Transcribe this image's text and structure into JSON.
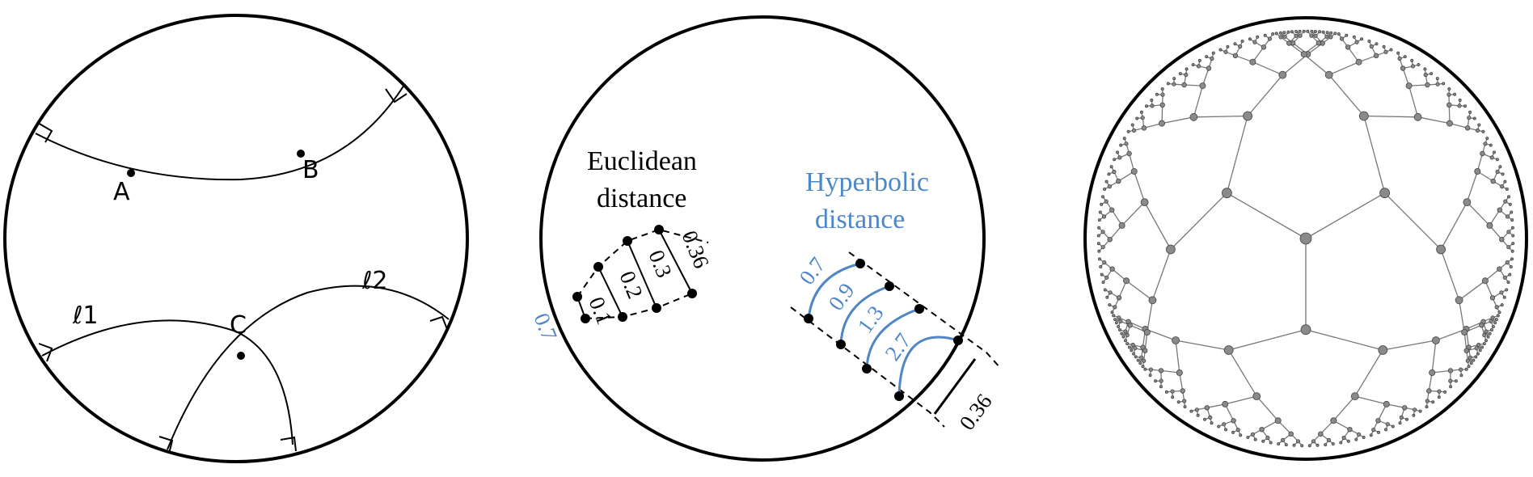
{
  "panel_left": {
    "point_a": "A",
    "point_b": "B",
    "point_c": "C",
    "line_1": "ℓ1",
    "line_2": "ℓ2"
  },
  "panel_middle": {
    "euclidean_line1": "Euclidean",
    "euclidean_line2": "distance",
    "hyperbolic_line1": "Hyperbolic",
    "hyperbolic_line2": "distance",
    "euclid_values": [
      "0.1",
      "0.2",
      "0.3",
      "0.36"
    ],
    "hyper_values": [
      "0.7",
      "0.9",
      "1.3",
      "2.7"
    ],
    "outside_blue_value": "0.7",
    "bottom_value": "0.36",
    "blue_color": "#4f86c6"
  },
  "panel_right": {
    "node_color": "#8a8a8a"
  }
}
